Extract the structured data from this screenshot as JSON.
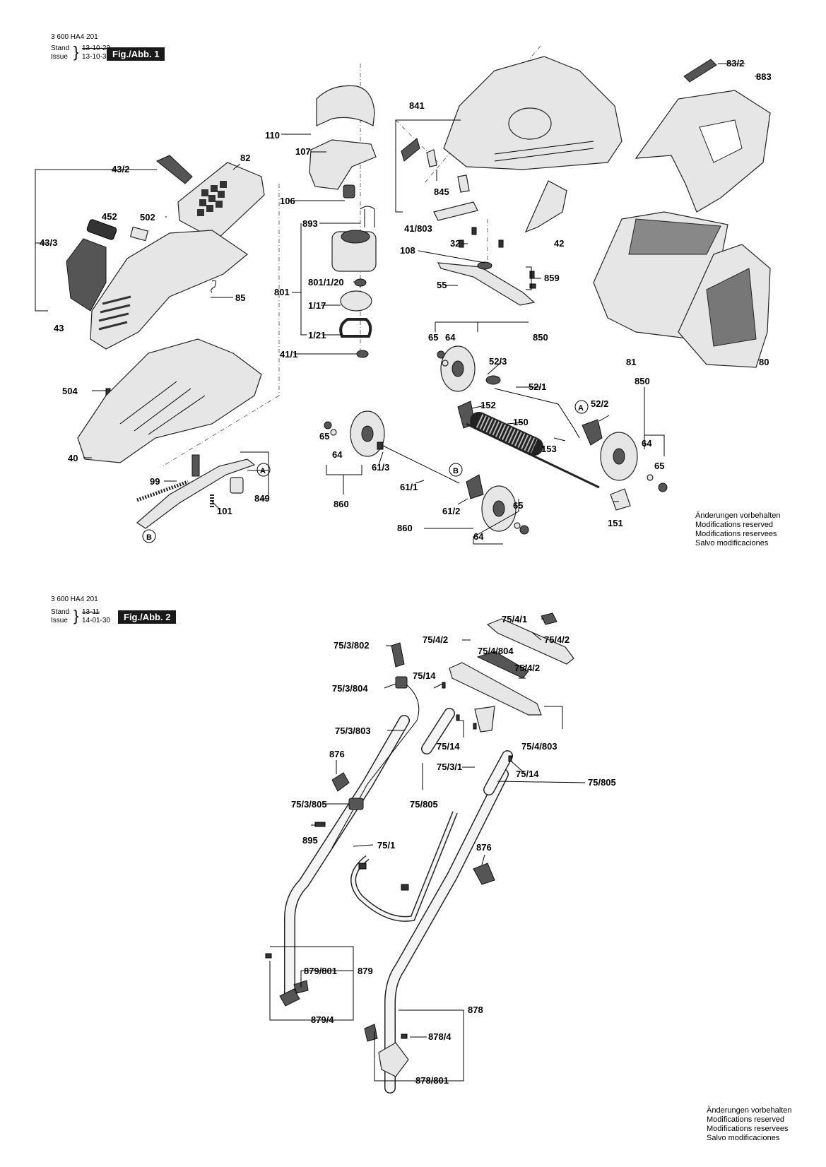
{
  "figure1": {
    "doc_number": "3 600 HA4 201",
    "stand_label": "Stand",
    "issue_label": "Issue",
    "stand_date": "13-10-23",
    "issue_date": "13-10-30",
    "fig_badge": "Fig./Abb. 1"
  },
  "figure2": {
    "doc_number": "3 600 HA4 201",
    "stand_label": "Stand",
    "issue_label": "Issue",
    "stand_date": "13-11",
    "issue_date": "14-01-30",
    "fig_badge": "Fig./Abb. 2"
  },
  "notice": [
    "Änderungen vorbehalten",
    "Modifications reserved",
    "Modifications reservees",
    "Salvo modificaciones"
  ],
  "fig1_labels": {
    "l110": "110",
    "l107": "107",
    "l106": "106",
    "l893": "893",
    "l801": "801",
    "l801_1_20": "801/1/20",
    "l1_17": "1/17",
    "l1_21": "1/21",
    "l41_1": "41/1",
    "l82": "82",
    "l43_2": "43/2",
    "l452": "452",
    "l502": "502",
    "l43_3": "43/3",
    "l85": "85",
    "l43": "43",
    "l504": "504",
    "l40": "40",
    "l99": "99",
    "l101": "101",
    "l849": "849",
    "lA1": "A",
    "lB1": "B",
    "l841": "841",
    "l845": "845",
    "l41_803": "41/803",
    "l32": "32",
    "l42": "42",
    "l108": "108",
    "l55": "55",
    "l859": "859",
    "l83_2": "83/2",
    "l883": "883",
    "l81": "81",
    "l80": "80",
    "l65a": "65",
    "l64a": "64",
    "l850a": "850",
    "l52_3": "52/3",
    "l52_1": "52/1",
    "l152": "152",
    "l150": "150",
    "l153": "153",
    "lA2": "A",
    "l52_2": "52/2",
    "l850b": "850",
    "l64b": "64",
    "l65b": "65",
    "l151": "151",
    "l65c": "65",
    "l64c": "64",
    "l860a": "860",
    "l61_3": "61/3",
    "l61_1": "61/1",
    "lB2": "B",
    "l61_2": "61/2",
    "l65d": "65",
    "l860b": "860",
    "l64d": "64"
  },
  "fig2_labels": {
    "l75_4_1": "75/4/1",
    "l75_4_2a": "75/4/2",
    "l75_4_2b": "75/4/2",
    "l75_4_2c": "75/4/2",
    "l75_3_802": "75/3/802",
    "l75_4_804": "75/4/804",
    "l75_3_804": "75/3/804",
    "l75_14a": "75/14",
    "l75_3_803": "75/3/803",
    "l75_14b": "75/14",
    "l75_4_803": "75/4/803",
    "l876a": "876",
    "l75_3_1": "75/3/1",
    "l75_14c": "75/14",
    "l75_805a": "75/805",
    "l75_3_805": "75/3/805",
    "l75_805b": "75/805",
    "l895": "895",
    "l75_1": "75/1",
    "l876b": "876",
    "l879_801": "879/801",
    "l879": "879",
    "l879_4": "879/4",
    "l878": "878",
    "l878_4": "878/4",
    "l878_801": "878/801"
  }
}
